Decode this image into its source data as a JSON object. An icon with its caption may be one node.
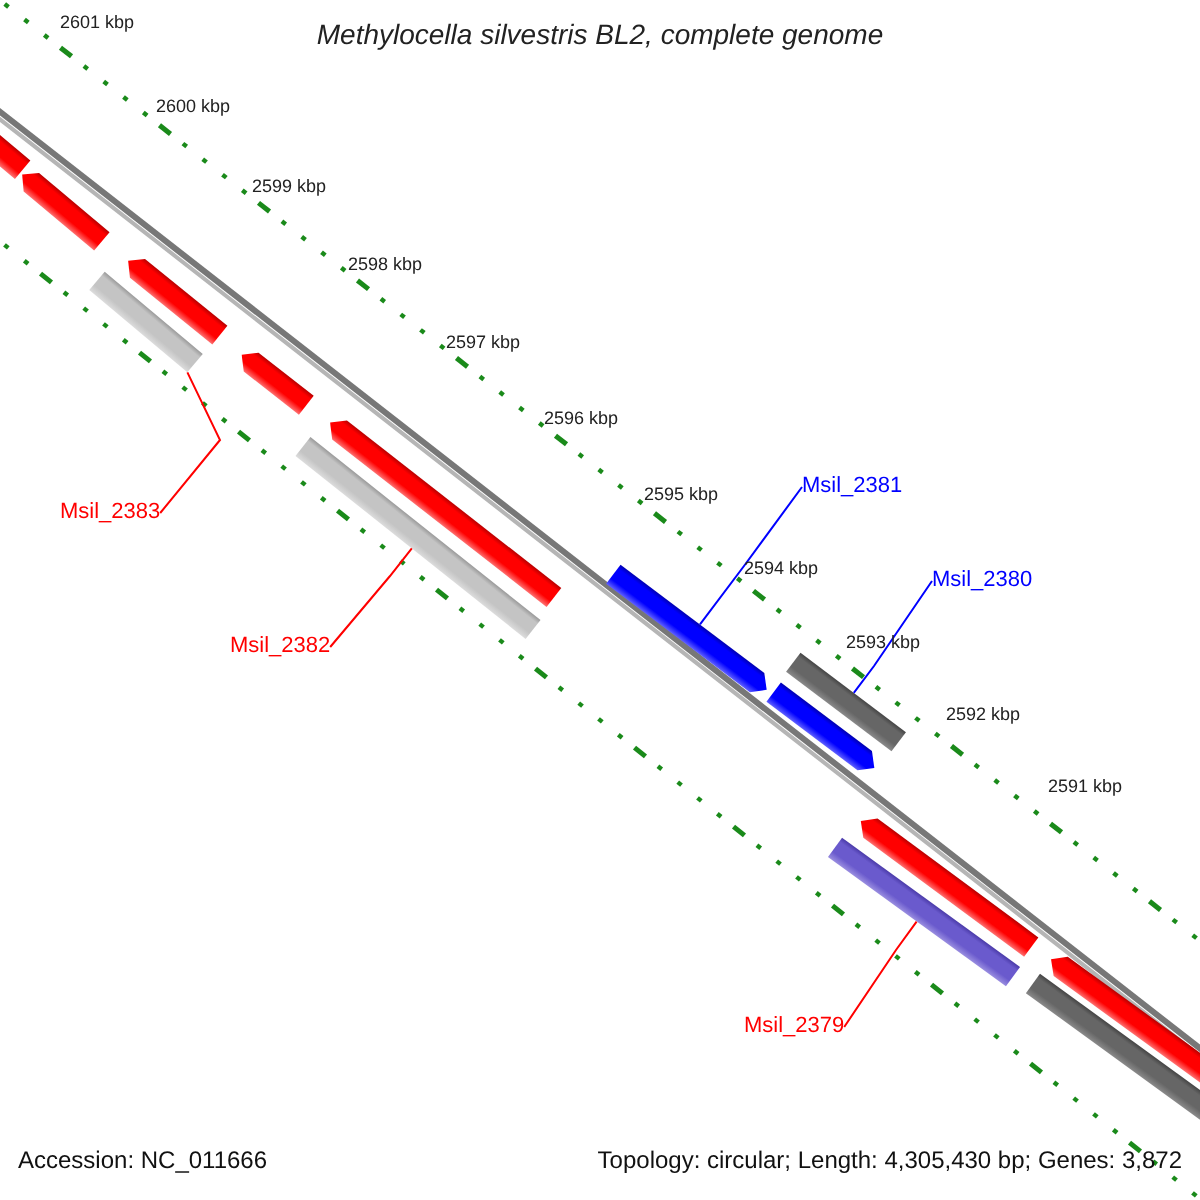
{
  "diagram": {
    "title": "Methylocella silvestris BL2, complete genome",
    "nodes": [
      {
        "text": [
          "Msil_2383"
        ]
      },
      {
        "text": [
          "Msil_2382"
        ]
      },
      {
        "text": [
          "Msil_2381"
        ]
      },
      {
        "text": [
          "Msil_2380"
        ]
      },
      {
        "text": [
          "Msil_2379"
        ]
      }
    ],
    "edges": [
      {
        "from": 0,
        "to": null,
        "arrow": "none"
      },
      {
        "from": 1,
        "to": null,
        "arrow": "none"
      },
      {
        "from": 2,
        "to": null,
        "arrow": "none",
        "color": "#0000ff"
      },
      {
        "from": 3,
        "to": null,
        "arrow": "none",
        "color": "#0000ff"
      },
      {
        "from": 4,
        "to": null,
        "arrow": "none"
      }
    ],
    "labels": [
      "2601 kbp",
      "2600 kbp",
      "2599 kbp",
      "2598 kbp",
      "2597 kbp",
      "2596 kbp",
      "2595 kbp",
      "2594 kbp",
      "2593 kbp",
      "2592 kbp",
      "2591 kbp",
      "Accession: NC_011666",
      "Topology: circular; Length: 4,305,430 bp; Genes: 3,872"
    ]
  }
}
